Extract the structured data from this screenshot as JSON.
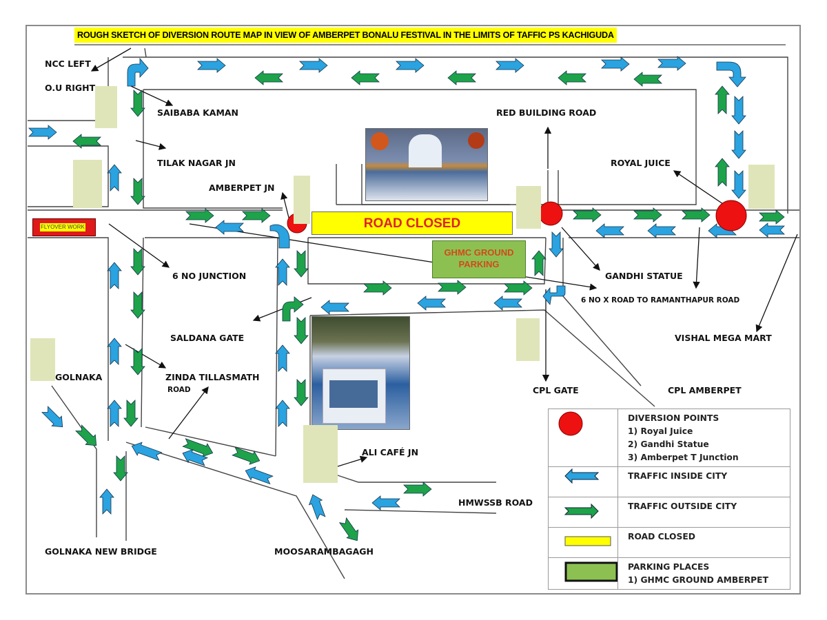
{
  "title": "ROUGH SKETCH OF DIVERSION ROUTE MAP IN VIEW OF AMBERPET BONALU FESTIVAL IN THE LIMITS OF TAFFIC PS KACHIGUDA",
  "colors": {
    "inside_city_arrow": "#2aa3e0",
    "outside_city_arrow": "#1ea34a",
    "diversion_point": "#ee1111",
    "road_closed": "#ffff00",
    "parking": "#8cc152",
    "title_highlight": "#ffff00"
  },
  "places": {
    "ncc_left": "NCC LEFT",
    "ou_right": "O.U RIGHT",
    "saibaba_kaman": "SAIBABA KAMAN",
    "tilak_nagar": "TILAK NAGAR JN",
    "amberpet_jn": "AMBERPET JN",
    "red_building": "RED BUILDING ROAD",
    "royal_juice": "ROYAL JUICE",
    "six_no_junction": "6 NO JUNCTION",
    "gandhi_statue": "GANDHI STATUE",
    "six_no_x_road": "6 NO X ROAD TO RAMANTHAPUR ROAD",
    "saldana_gate": "SALDANA GATE",
    "vishal_mega_mart": "VISHAL MEGA MART",
    "golnaka": "GOLNAKA",
    "zinda_tillasmath": "ZINDA TILLASMATH",
    "zinda_road": "ROAD",
    "cpl_gate": "CPL GATE",
    "cpl_amberpet": "CPL AMBERPET",
    "ali_cafe": "ALI CAFÉ  JN",
    "hmwssb_road": "HMWSSB ROAD",
    "golnaka_new_bridge": "GOLNAKA NEW BRIDGE",
    "moosarambagh": "MOOSARAMBAGAGH"
  },
  "map_blocks": {
    "road_closed": "ROAD CLOSED",
    "parking_line1": "GHMC GROUND",
    "parking_line2": "PARKING",
    "flyover": "FLYOVER WORK"
  },
  "legend": [
    {
      "symbol": "red-circle",
      "lines": [
        "DIVERSION POINTS",
        "1) Royal Juice",
        "2) Gandhi Statue",
        "3) Amberpet T Junction"
      ]
    },
    {
      "symbol": "blue-left-arrow",
      "lines": [
        "TRAFFIC INSIDE CITY"
      ]
    },
    {
      "symbol": "green-right-arrow",
      "lines": [
        "TRAFFIC OUTSIDE CITY"
      ]
    },
    {
      "symbol": "yellow-bar",
      "lines": [
        "ROAD CLOSED"
      ]
    },
    {
      "symbol": "green-box",
      "lines": [
        "PARKING PLACES",
        "1) GHMC GROUND AMBERPET"
      ]
    }
  ]
}
